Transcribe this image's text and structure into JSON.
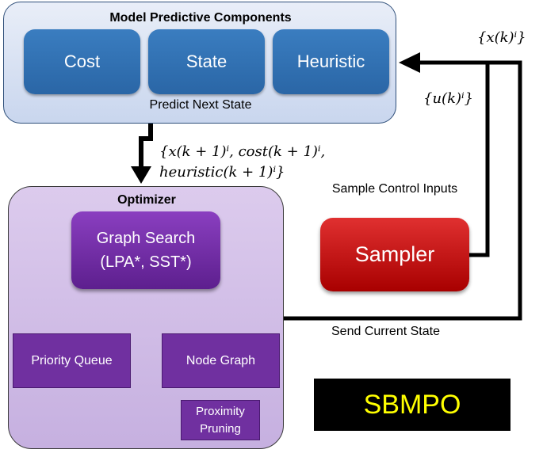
{
  "model_predictive": {
    "title": "Model Predictive Components",
    "boxes": [
      "Cost",
      "State",
      "Heuristic"
    ],
    "caption": "Predict Next State"
  },
  "flow_labels": {
    "state_feedback": "{x(k)ⁱ}",
    "control_inputs": "{u(k)ⁱ}",
    "next_line1": "{x(k + 1)ⁱ, cost(k + 1)ⁱ,",
    "next_line2": "heuristic(k + 1)ⁱ}",
    "send_current_state": "Send Current State",
    "sample_control_inputs": "Sample Control Inputs"
  },
  "optimizer": {
    "title": "Optimizer",
    "graph_search_line1": "Graph Search",
    "graph_search_line2": "(LPA*, SST*)",
    "priority_queue": "Priority Queue",
    "node_graph": "Node Graph",
    "proximity_line1": "Proximity",
    "proximity_line2": "Pruning"
  },
  "sampler": {
    "label": "Sampler"
  },
  "brand": {
    "label": "SBMPO",
    "bg_color": "#000000",
    "text_color": "#ffff00"
  }
}
